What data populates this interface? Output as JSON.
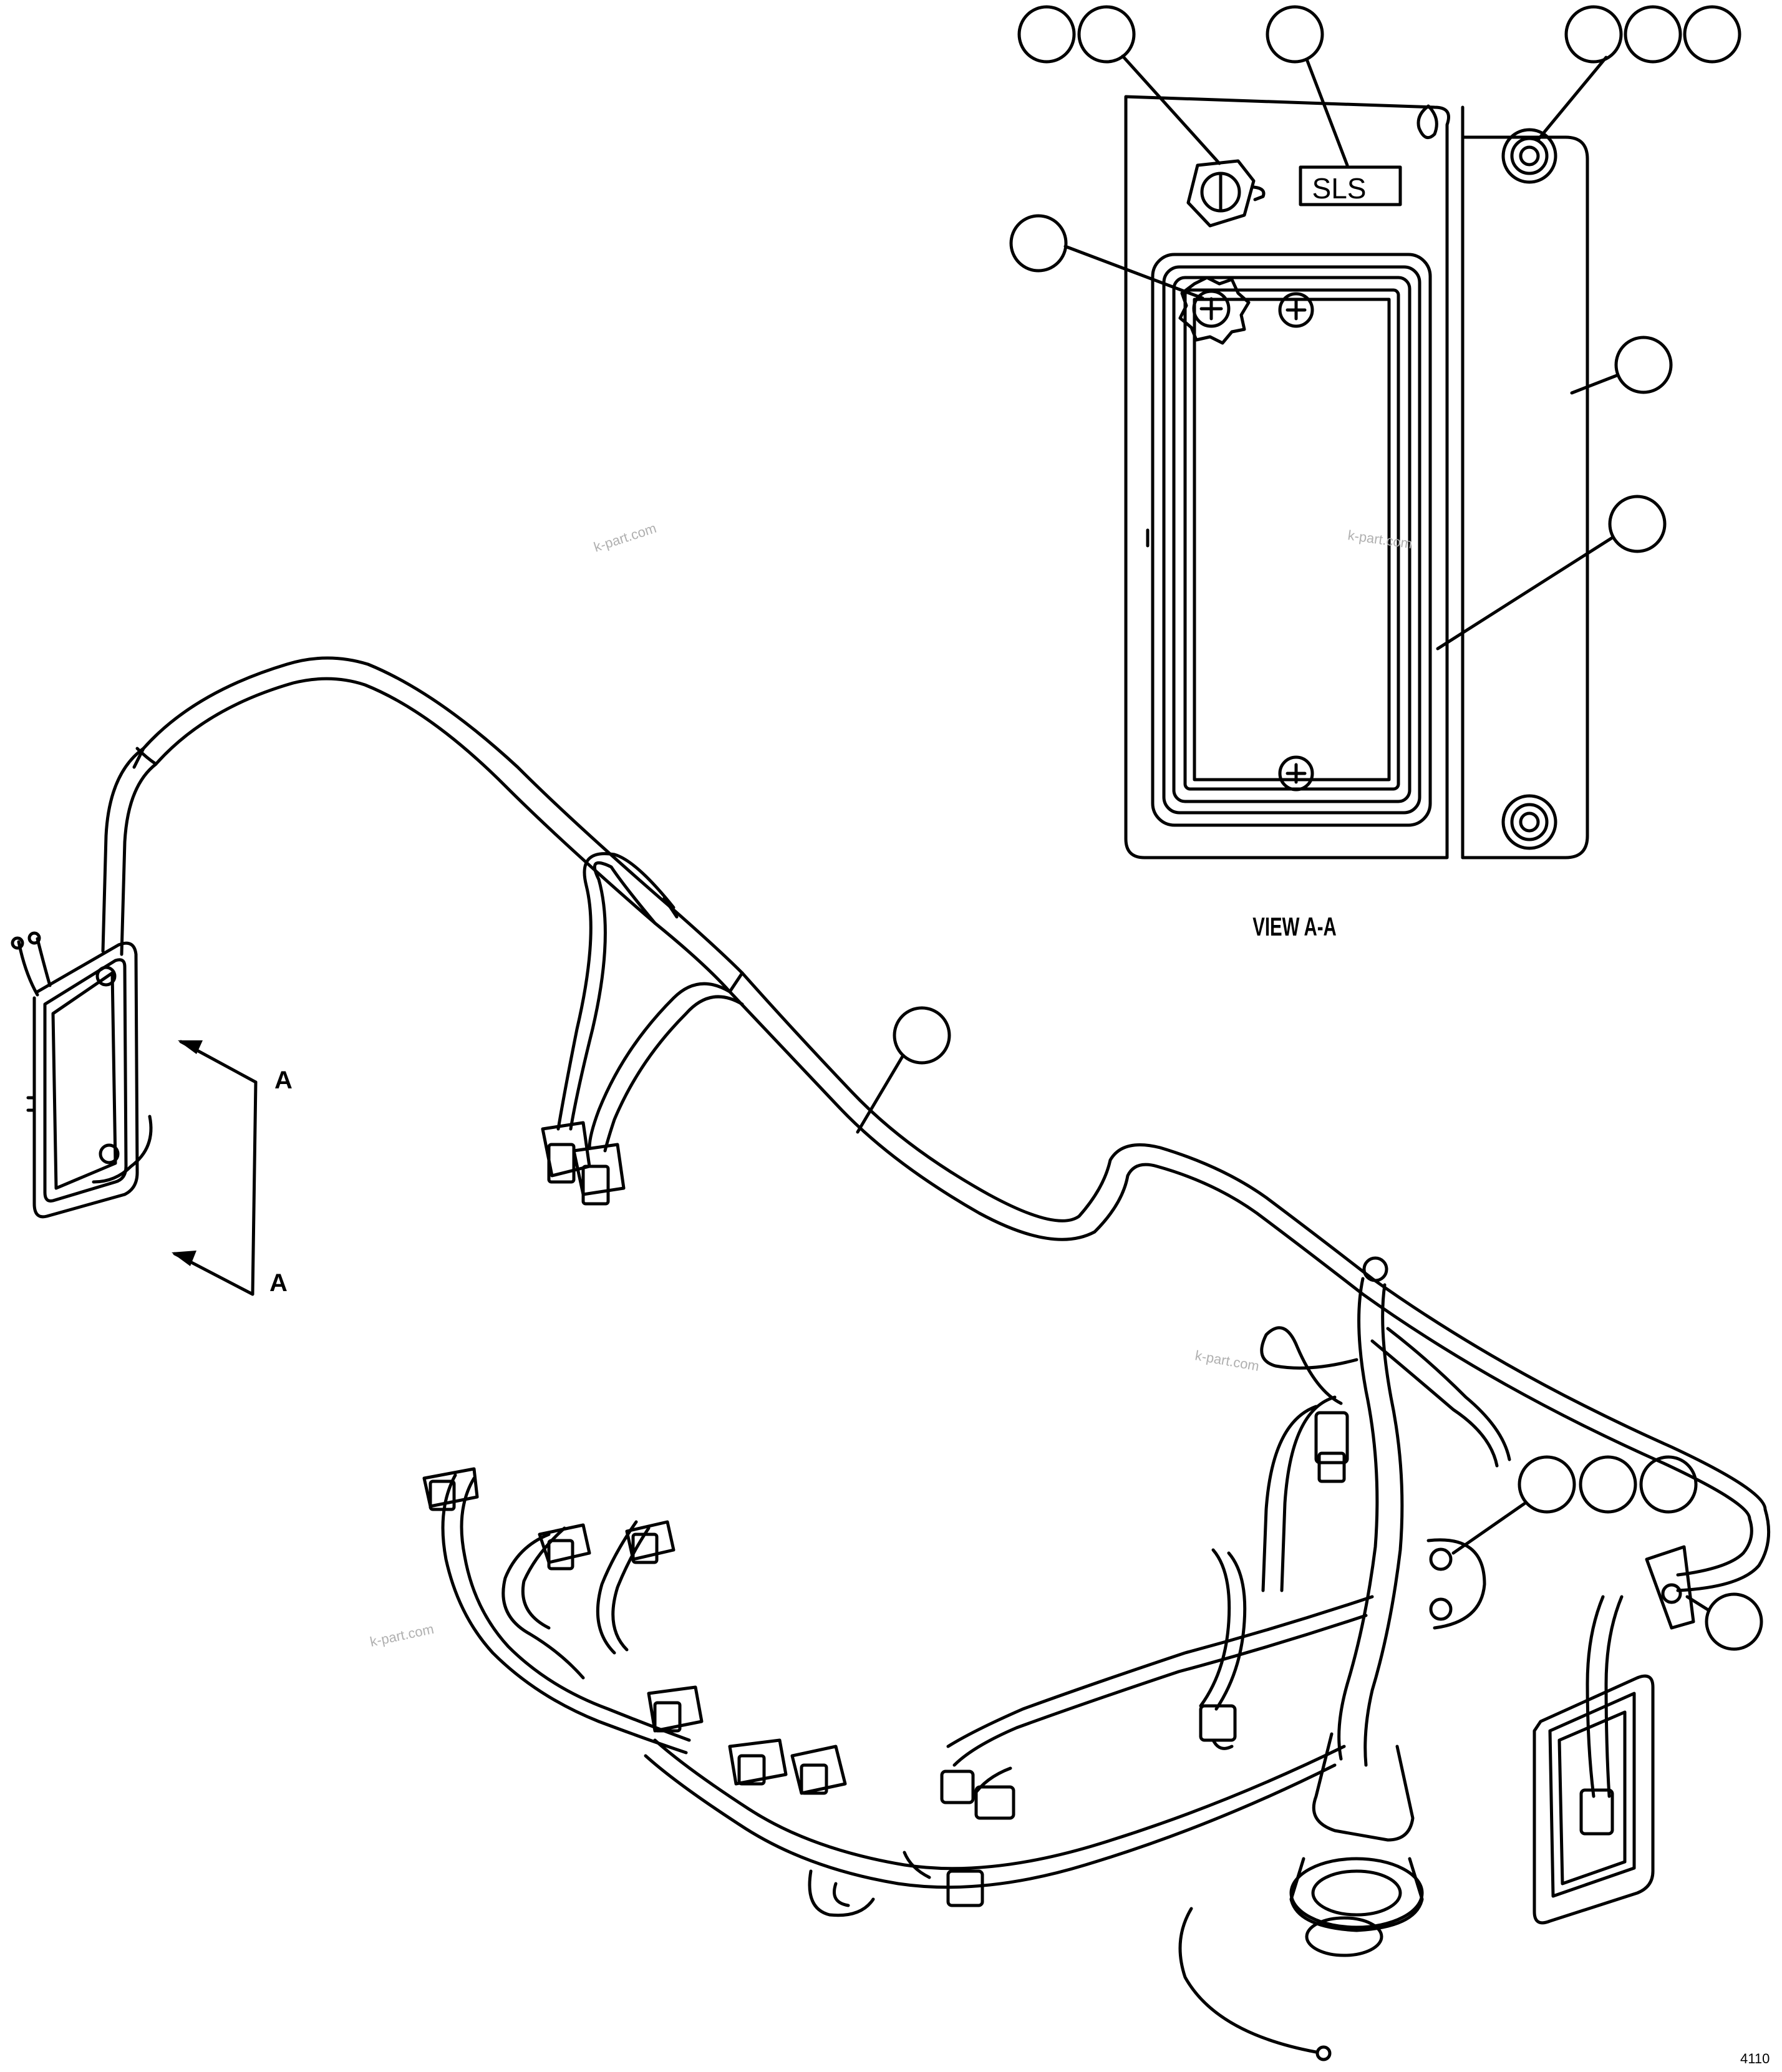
{
  "diagram": {
    "section_marker": "A",
    "view_label": "VIEW A-A",
    "sls_label": "SLS",
    "drawing_number": "4110",
    "watermark": "k-part.com",
    "callout_numbers": []
  }
}
